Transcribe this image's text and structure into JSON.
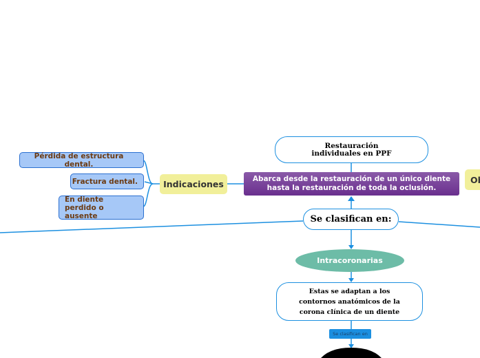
{
  "root": {
    "title": "Restauración individuales en PPF"
  },
  "definition": {
    "text": "Abarca desde la restauración de un único diente hasta la restauración de toda la oclusión."
  },
  "indicaciones": {
    "label": "Indicaciones",
    "items": [
      "Pérdida de estructura dental.",
      "Fractura dental.",
      "En diente perdido o ausente"
    ]
  },
  "objetivos": {
    "label": "Objetivos"
  },
  "clasificacion": {
    "label": "Se clasifican en:"
  },
  "intracoronarias": {
    "label": "Intracoronarias",
    "description": "Estas se adaptan a los contornos anatómicos de la corona clínica de un diente",
    "link_label": "Se clasifican en"
  },
  "colors": {
    "line": "#1b8fe0",
    "purple": "#6a2f8e",
    "yellow": "#f1ef9a",
    "blue": "#a6c8f7",
    "teal": "#6dbca7"
  }
}
